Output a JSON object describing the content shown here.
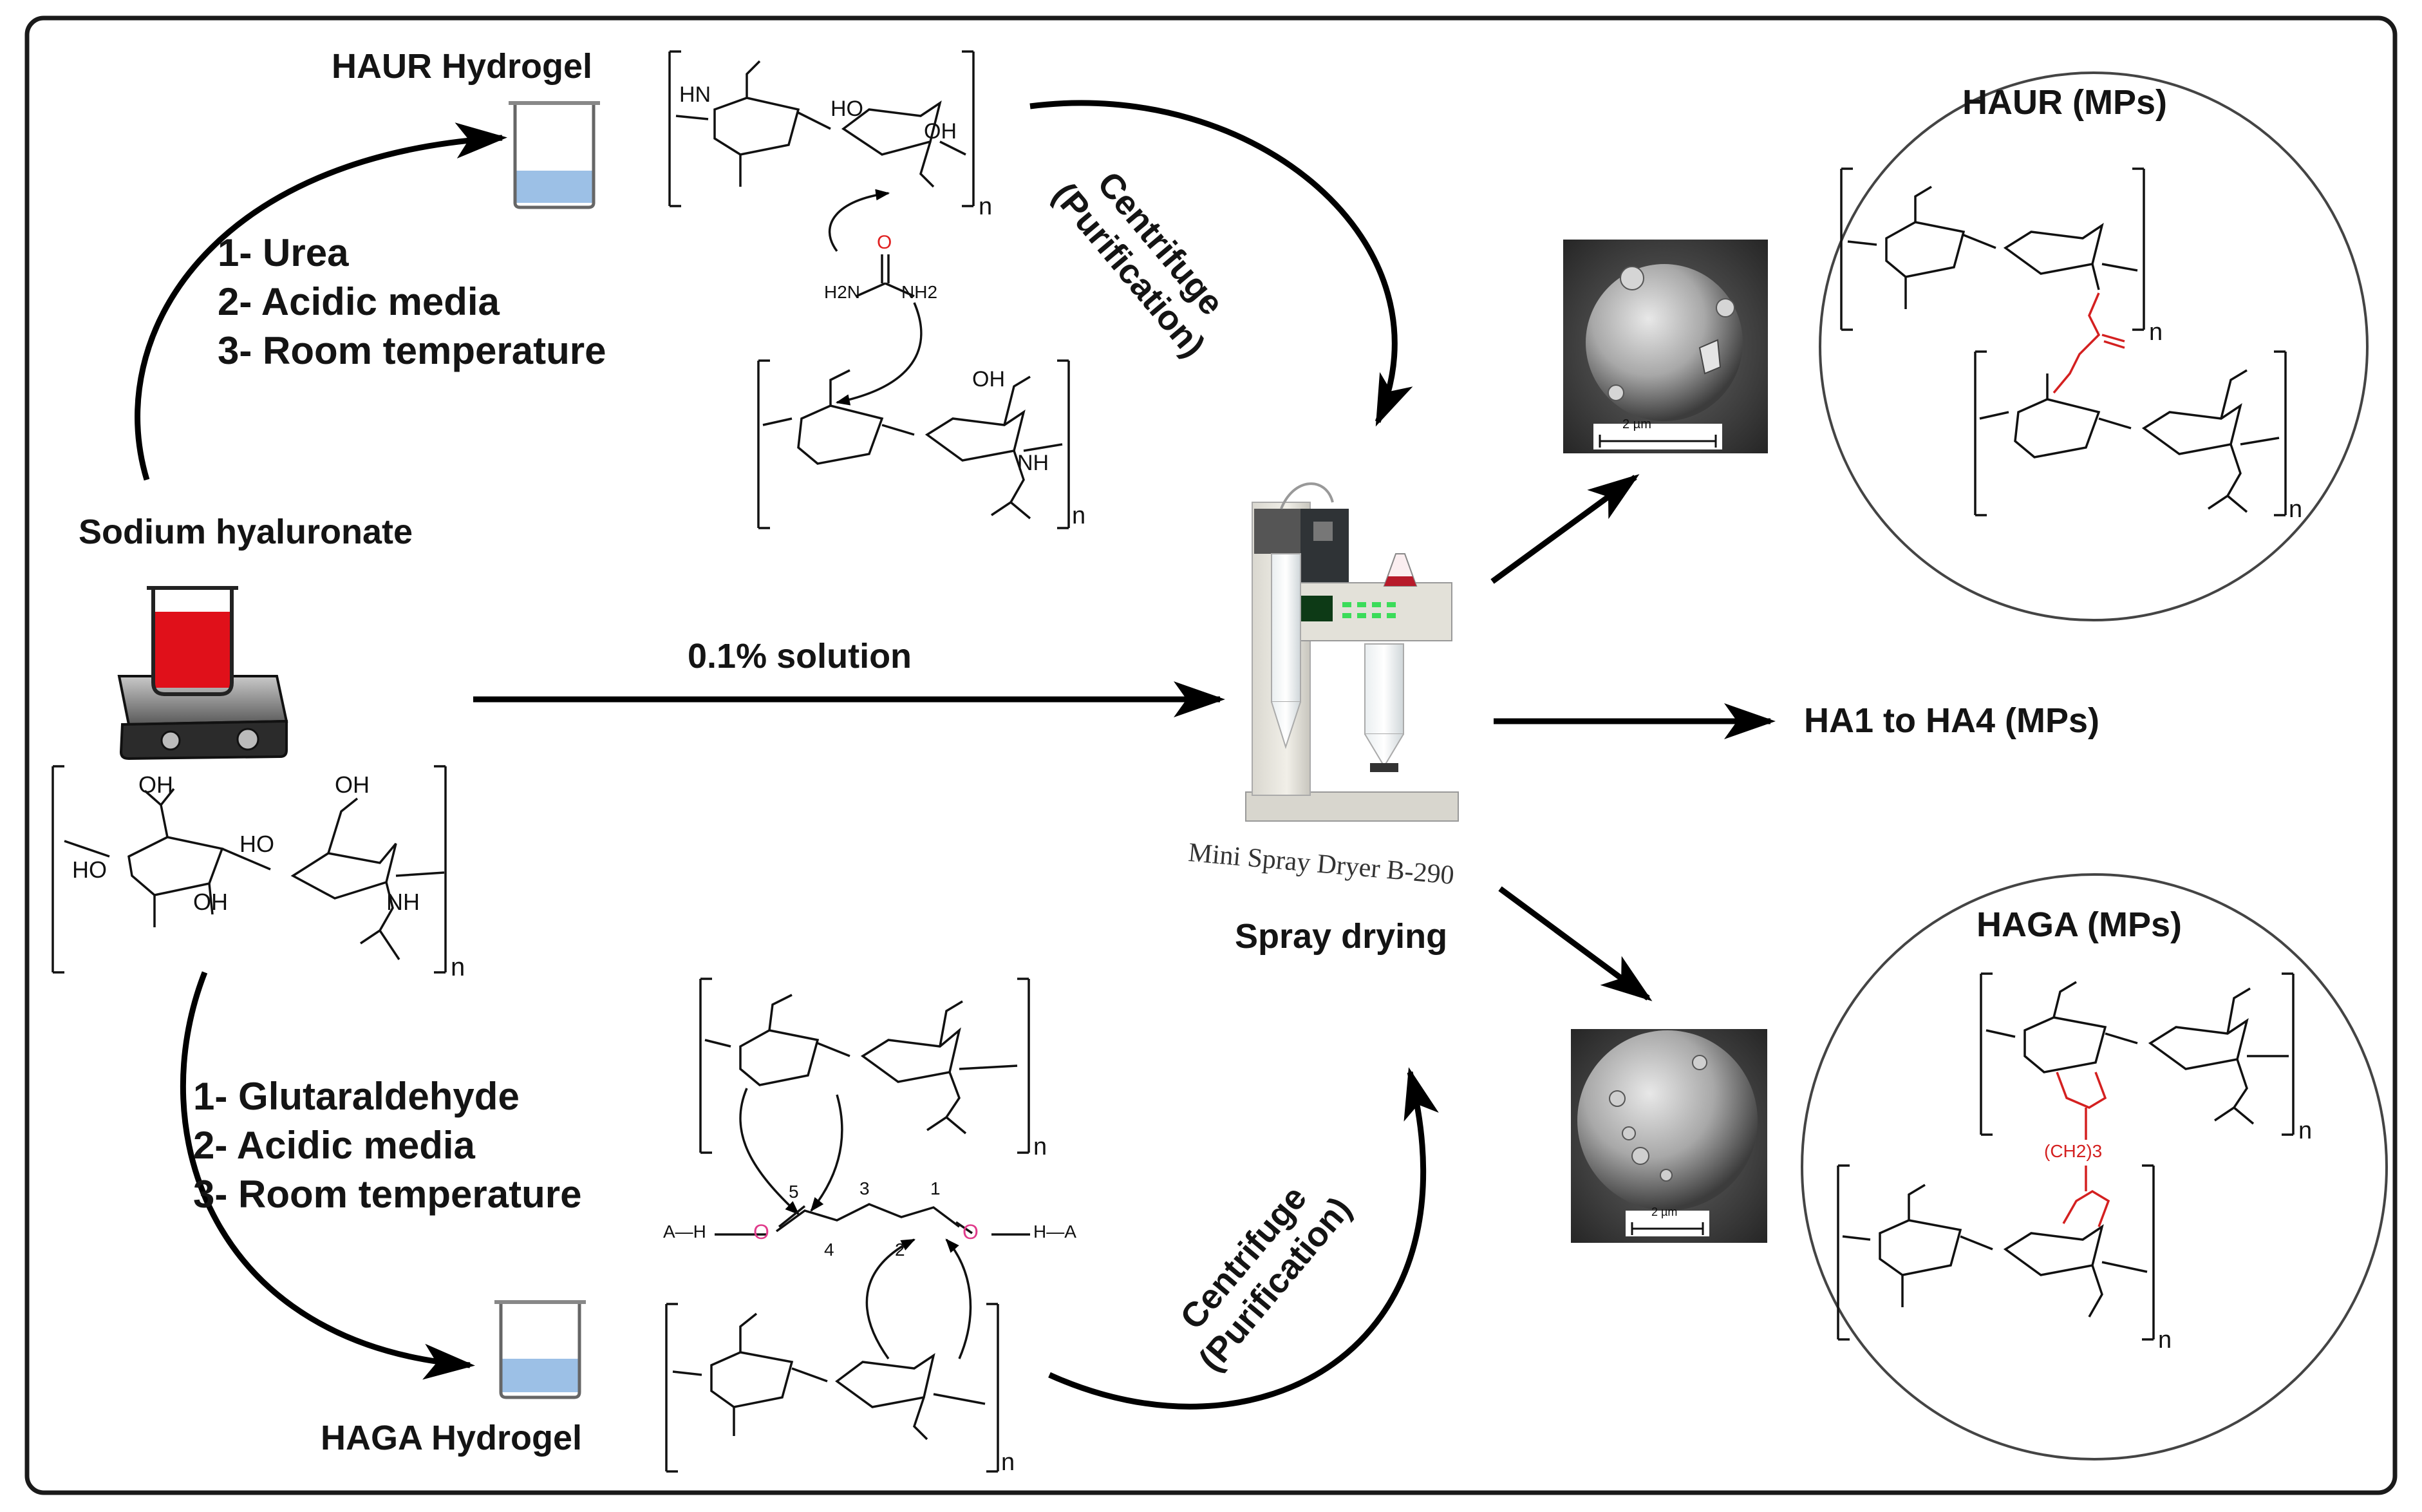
{
  "labels": {
    "haur_hydrogel": "HAUR Hydrogel",
    "haga_hydrogel": "HAGA Hydrogel",
    "sodium_hyaluronate": "Sodium hyaluronate",
    "solution": "0.1% solution",
    "spray_drying": "Spray drying",
    "dryer_caption": "Mini Spray Dryer B-290",
    "haur_mps": "HAUR (MPs)",
    "haga_mps": "HAGA (MPs)",
    "ha1_to_ha4": "HA1 to HA4 (MPs)",
    "centrifuge": "Centrifuge",
    "purification": "(Purification)"
  },
  "urea_steps": [
    "1- Urea",
    "2- Acidic media",
    "3- Room temperature"
  ],
  "glut_steps": [
    "1- Glutaraldehyde",
    "2- Acidic media",
    "3- Room temperature"
  ],
  "scale_bars": {
    "haur_sem": "2 µm",
    "haga_sem": "2 µm"
  },
  "chem": {
    "oh": "OH",
    "ho": "HO",
    "nh": "NH",
    "hn": "HN",
    "o": "O",
    "n": "n",
    "ch2_3": "(CH2)3",
    "h2n": "H2N",
    "nh2": "NH2",
    "a_h": "A—H",
    "h_a": "H—A",
    "a": "A",
    "h": "H",
    "num_1": "1",
    "num_2": "2",
    "num_3": "3",
    "num_4": "4",
    "num_5": "5"
  },
  "colors": {
    "frame": "#1a1a1a",
    "arrow": "#000000",
    "red_link": "#d42020",
    "pink_o": "#e03a8a",
    "hydrogel_liquid": "#9cc0e6",
    "beaker_red": "#e0101a"
  }
}
